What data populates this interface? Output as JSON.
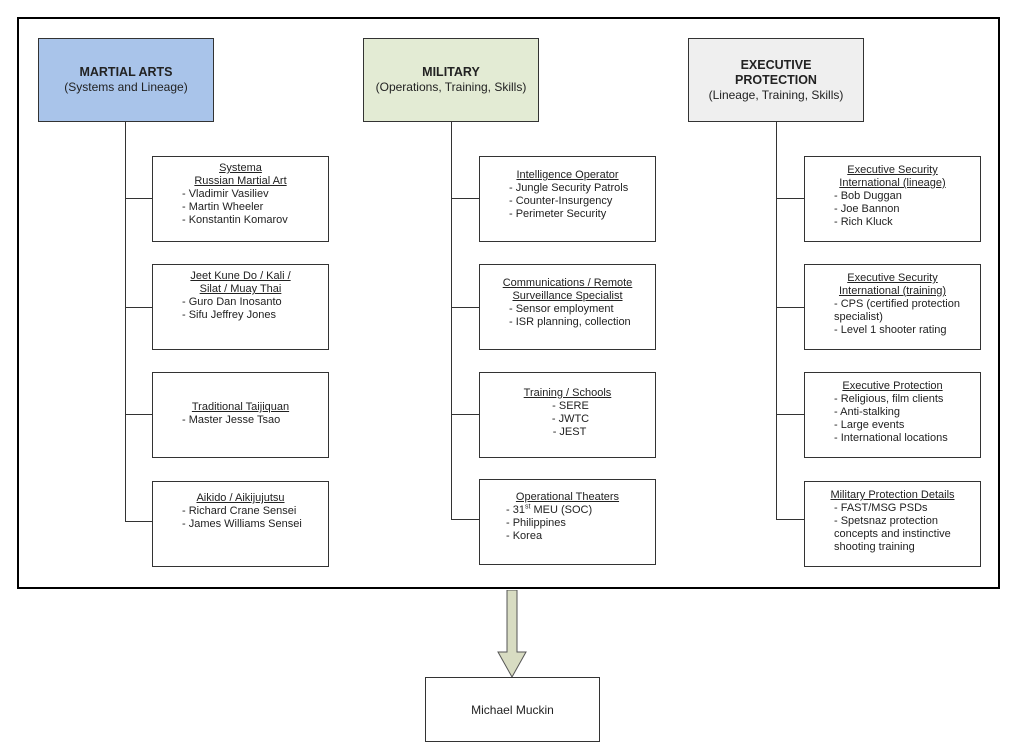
{
  "columns": [
    {
      "title": "MARTIAL ARTS",
      "subtitle": "(Systems and Lineage)",
      "boxes": [
        {
          "title_lines": [
            "Systema",
            "Russian Martial Art"
          ],
          "items": [
            "- Vladimir Vasiliev",
            "- Martin Wheeler",
            "- Konstantin Komarov"
          ]
        },
        {
          "title_lines": [
            "Jeet Kune Do / Kali /",
            "Silat / Muay Thai"
          ],
          "items": [
            "- Guro Dan Inosanto",
            "- Sifu Jeffrey Jones"
          ]
        },
        {
          "title_lines": [
            "Traditional Taijiquan"
          ],
          "items": [
            "- Master Jesse Tsao"
          ]
        },
        {
          "title_lines": [
            "Aikido / Aikijujutsu"
          ],
          "items": [
            "- Richard Crane Sensei",
            "- James Williams Sensei"
          ]
        }
      ]
    },
    {
      "title": "MILITARY",
      "subtitle": "(Operations, Training, Skills)",
      "boxes": [
        {
          "title_lines": [
            "Intelligence Operator"
          ],
          "items": [
            "- Jungle Security Patrols",
            "- Counter-Insurgency",
            "- Perimeter Security"
          ]
        },
        {
          "title_lines": [
            "Communications / Remote",
            "Surveillance Specialist"
          ],
          "items": [
            "- Sensor employment",
            "- ISR planning, collection"
          ]
        },
        {
          "title_lines": [
            "Training / Schools"
          ],
          "items": [
            "- SERE",
            "- JWTC",
            "- JEST"
          ]
        },
        {
          "title_lines": [
            "Operational Theaters"
          ],
          "meu": {
            "prefix": "- 31",
            "sup": "st",
            "suffix": " MEU (SOC)"
          },
          "items": [
            "- Philippines",
            "- Korea"
          ]
        }
      ]
    },
    {
      "title": "EXECUTIVE PROTECTION",
      "title_lines": [
        "EXECUTIVE",
        "PROTECTION"
      ],
      "subtitle": "(Lineage, Training, Skills)",
      "boxes": [
        {
          "title_lines": [
            "Executive Security",
            "International (lineage)"
          ],
          "items": [
            "- Bob Duggan",
            "- Joe Bannon",
            "- Rich Kluck"
          ]
        },
        {
          "title_lines": [
            "Executive Security",
            "International (training)"
          ],
          "items": [
            "- CPS (certified protection",
            "specialist)",
            "- Level 1 shooter rating"
          ]
        },
        {
          "title_lines": [
            "Executive Protection"
          ],
          "items": [
            "- Religious, film clients",
            "- Anti-stalking",
            "- Large events",
            "- International locations"
          ]
        },
        {
          "title_lines": [
            "Military Protection Details"
          ],
          "items": [
            "- FAST/MSG PSDs",
            "- Spetsnaz protection",
            "concepts and instinctive",
            "shooting training"
          ]
        }
      ]
    }
  ],
  "result": "Michael Muckin",
  "colors": {
    "martial_arts": "#a9c4ea",
    "military": "#e3ebd4",
    "executive_protection": "#efefef",
    "arrow": "#d8dcc2"
  }
}
